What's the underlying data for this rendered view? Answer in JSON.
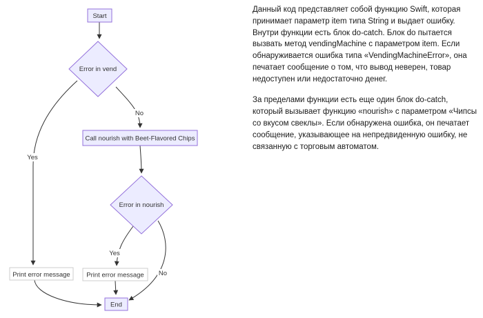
{
  "flowchart": {
    "nodes": {
      "start": "Start",
      "vend_decision": "Error in vend",
      "call_nourish": "Call nourish with Beet-Flavored Chips",
      "nourish_decision": "Error in nourish",
      "print_error_vend": "Print error message",
      "print_error_nourish": "Print error message",
      "end": "End"
    },
    "edge_labels": {
      "vend_no": "No",
      "vend_yes": "Yes",
      "nourish_yes": "Yes",
      "nourish_no": "No"
    },
    "colors": {
      "node_fill": "#ececff",
      "node_border": "#9370db",
      "edge": "#333333"
    }
  },
  "description": {
    "p1": "Данный код представляет собой функцию Swift, которая принимает параметр item типа String и выдает ошибку. Внутри функции есть блок do-catch. Блок do пытается вызвать метод vendingMachine с параметром item. Если обнаруживается ошибка типа «VendingMachineError», она печатает сообщение о том, что вывод неверен, товар недоступен или недостаточно денег.",
    "p2": "За пределами функции есть еще один блок do-catch, который вызывает функцию «nourish» с параметром «Чипсы со вкусом свеклы». Если обнаружена ошибка, он печатает сообщение, указывающее на непредвиденную ошибку, не связанную с торговым автоматом."
  }
}
